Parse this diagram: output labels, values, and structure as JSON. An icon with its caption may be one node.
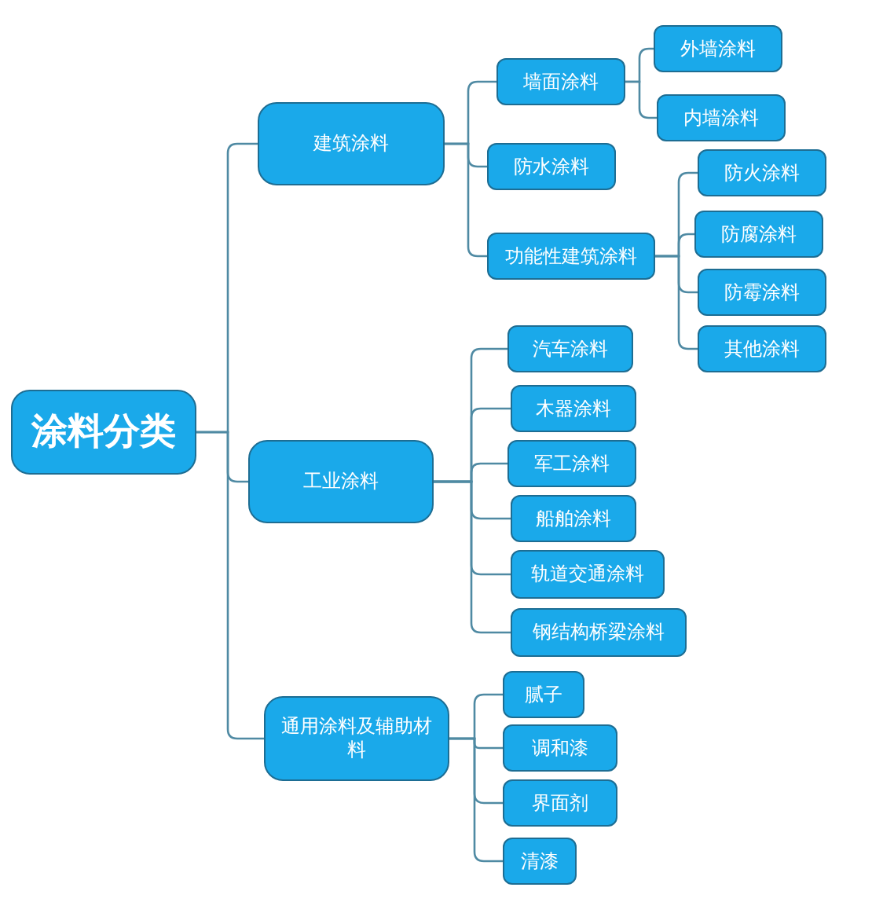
{
  "diagram": {
    "nodes": [
      {
        "text": [
          "涂料分类"
        ]
      },
      {
        "text": [
          "建筑涂料"
        ]
      },
      {
        "text": [
          "墙面涂料"
        ]
      },
      {
        "text": [
          "外墙涂料"
        ]
      },
      {
        "text": [
          "内墙涂料"
        ]
      },
      {
        "text": [
          "防水涂料"
        ]
      },
      {
        "text": [
          "功能性建筑涂料"
        ]
      },
      {
        "text": [
          "防火涂料"
        ]
      },
      {
        "text": [
          "防腐涂料"
        ]
      },
      {
        "text": [
          "防霉涂料"
        ]
      },
      {
        "text": [
          "其他涂料"
        ]
      },
      {
        "text": [
          "工业涂料"
        ]
      },
      {
        "text": [
          "汽车涂料"
        ]
      },
      {
        "text": [
          "木器涂料"
        ]
      },
      {
        "text": [
          "军工涂料"
        ]
      },
      {
        "text": [
          "船舶涂料"
        ]
      },
      {
        "text": [
          "轨道交通涂料"
        ]
      },
      {
        "text": [
          "钢结构桥梁涂料"
        ]
      },
      {
        "text": [
          "通用涂料及辅助材料"
        ]
      },
      {
        "text": [
          "腻子"
        ]
      },
      {
        "text": [
          "调和漆"
        ]
      },
      {
        "text": [
          "界面剂"
        ]
      },
      {
        "text": [
          "清漆"
        ]
      }
    ],
    "edges": [
      {
        "from": 0,
        "to": 1,
        "arrow": "none"
      },
      {
        "from": 0,
        "to": 11,
        "arrow": "none"
      },
      {
        "from": 0,
        "to": 18,
        "arrow": "none"
      },
      {
        "from": 1,
        "to": 2,
        "arrow": "none"
      },
      {
        "from": 1,
        "to": 5,
        "arrow": "none"
      },
      {
        "from": 1,
        "to": 6,
        "arrow": "none"
      },
      {
        "from": 2,
        "to": 3,
        "arrow": "none"
      },
      {
        "from": 2,
        "to": 4,
        "arrow": "none"
      },
      {
        "from": 6,
        "to": 7,
        "arrow": "none"
      },
      {
        "from": 6,
        "to": 8,
        "arrow": "none"
      },
      {
        "from": 6,
        "to": 9,
        "arrow": "none"
      },
      {
        "from": 6,
        "to": 10,
        "arrow": "none"
      },
      {
        "from": 11,
        "to": 12,
        "arrow": "none"
      },
      {
        "from": 11,
        "to": 13,
        "arrow": "none"
      },
      {
        "from": 11,
        "to": 14,
        "arrow": "none"
      },
      {
        "from": 11,
        "to": 15,
        "arrow": "none"
      },
      {
        "from": 11,
        "to": 16,
        "arrow": "none"
      },
      {
        "from": 11,
        "to": 17,
        "arrow": "none"
      },
      {
        "from": 18,
        "to": 19,
        "arrow": "none"
      },
      {
        "from": 18,
        "to": 20,
        "arrow": "none"
      },
      {
        "from": 18,
        "to": 21,
        "arrow": "none"
      },
      {
        "from": 18,
        "to": 22,
        "arrow": "none"
      }
    ]
  }
}
